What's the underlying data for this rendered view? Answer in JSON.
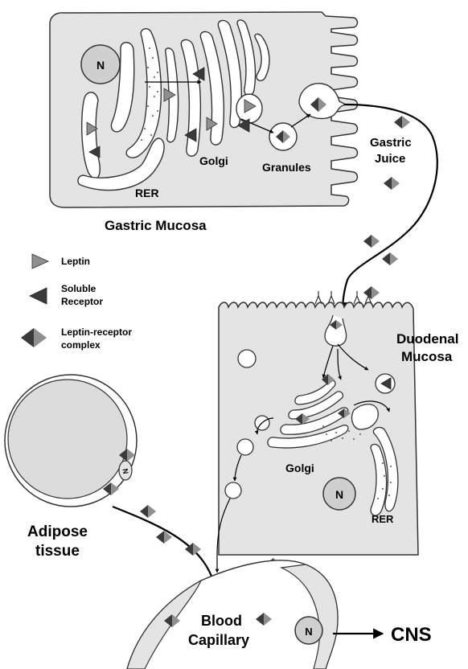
{
  "labels": {
    "nucleus": "N",
    "rer": "RER",
    "golgi": "Golgi",
    "granules": "Granules",
    "gastric_juice_line1": "Gastric",
    "gastric_juice_line2": "Juice",
    "gastric_mucosa": "Gastric Mucosa",
    "duodenal_mucosa_line1": "Duodenal",
    "duodenal_mucosa_line2": "Mucosa",
    "adipose_line1": "Adipose",
    "adipose_line2": "tissue",
    "blood_line1": "Blood",
    "blood_line2": "Capillary",
    "cns": "CNS"
  },
  "legend": [
    {
      "symbol": "leptin",
      "line1": "Leptin",
      "line2": ""
    },
    {
      "symbol": "soluble-receptor",
      "line1": "Soluble",
      "line2": "Receptor"
    },
    {
      "symbol": "leptin-receptor-complex",
      "line1": "Leptin-receptor",
      "line2": "complex"
    }
  ],
  "colors": {
    "cell_fill": "#e4e4e4",
    "nucleus_fill": "#cfcfcf",
    "leptin": "#8f8f8f",
    "receptor": "#3a3a3a",
    "stroke": "#333333"
  }
}
